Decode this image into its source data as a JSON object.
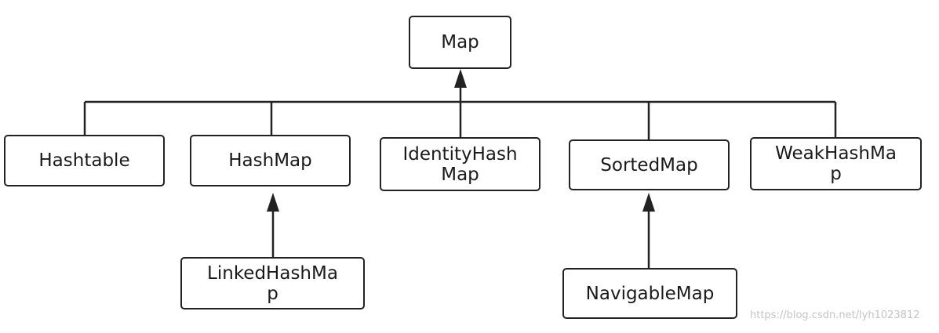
{
  "nodes": {
    "map": "Map",
    "hashtable": "Hashtable",
    "hashmap": "HashMap",
    "identityhashmap": "IdentityHash\nMap",
    "sortedmap": "SortedMap",
    "weakhashmap": "WeakHashMa\np",
    "linkedhashmap": "LinkedHashMa\np",
    "navigablemap": "NavigableMap"
  },
  "edges": [
    {
      "from": "hashtable",
      "to": "map"
    },
    {
      "from": "hashmap",
      "to": "map"
    },
    {
      "from": "identityhashmap",
      "to": "map"
    },
    {
      "from": "sortedmap",
      "to": "map"
    },
    {
      "from": "weakhashmap",
      "to": "map"
    },
    {
      "from": "linkedhashmap",
      "to": "hashmap"
    },
    {
      "from": "navigablemap",
      "to": "sortedmap"
    }
  ],
  "watermark": "https://blog.csdn.net/lyh1023812",
  "colors": {
    "line": "#222222",
    "box_border": "#222222",
    "watermark": "#c4c4c4"
  }
}
